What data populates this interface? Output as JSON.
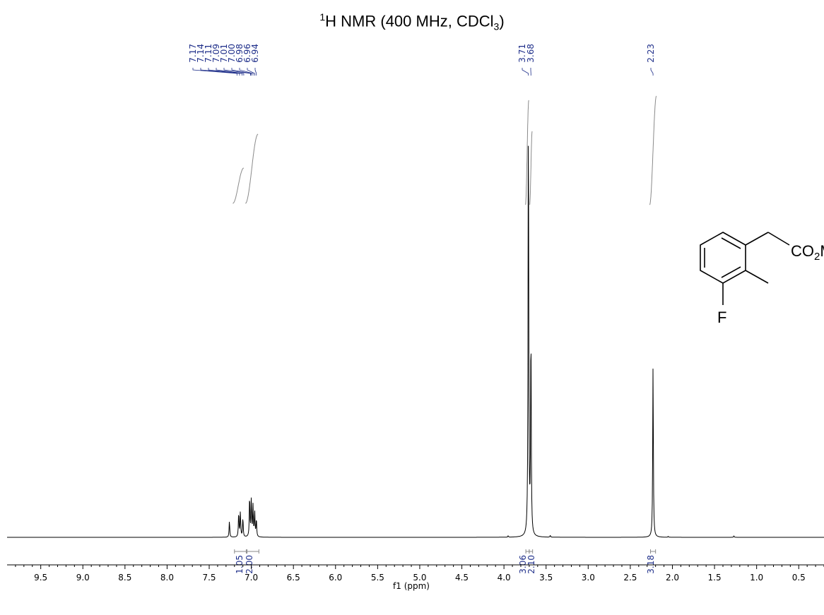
{
  "title": {
    "nucleus_mass": "1",
    "nucleus": "H NMR (400 MHz, CDCl",
    "solvent_sub": "3",
    "close": ")"
  },
  "chart_data": {
    "type": "line",
    "title": "1H NMR (400 MHz, CDCl3)",
    "xlabel": "f1 (ppm)",
    "ylabel": "",
    "xlim": [
      9.9,
      0.2
    ],
    "x_reversed": true,
    "x_ticks": [
      "9.5",
      "9.0",
      "8.5",
      "8.0",
      "7.5",
      "7.0",
      "6.5",
      "6.0",
      "5.5",
      "5.0",
      "4.5",
      "4.0",
      "3.5",
      "3.0",
      "2.5",
      "2.0",
      "1.5",
      "1.0",
      "0.5"
    ],
    "x_tick_values": [
      9.5,
      9.0,
      8.5,
      8.0,
      7.5,
      7.0,
      6.5,
      6.0,
      5.5,
      5.0,
      4.5,
      4.0,
      3.5,
      3.0,
      2.5,
      2.0,
      1.5,
      1.0,
      0.5
    ],
    "grid": false,
    "peak_labels": [
      "7.17",
      "7.14",
      "7.11",
      "7.09",
      "7.01",
      "7.00",
      "6.98",
      "6.96",
      "6.94",
      "3.71",
      "3.68",
      "2.23"
    ],
    "peak_values": [
      7.17,
      7.14,
      7.11,
      7.09,
      7.01,
      7.0,
      6.98,
      6.96,
      6.94,
      3.71,
      3.68,
      2.23
    ],
    "peaks": [
      {
        "ppm": 7.26,
        "intensity": 0.037
      },
      {
        "ppm": 7.15,
        "intensity": 0.055
      },
      {
        "ppm": 7.13,
        "intensity": 0.057
      },
      {
        "ppm": 7.1,
        "intensity": 0.043
      },
      {
        "ppm": 7.02,
        "intensity": 0.092
      },
      {
        "ppm": 7.0,
        "intensity": 0.085
      },
      {
        "ppm": 6.98,
        "intensity": 0.07
      },
      {
        "ppm": 6.96,
        "intensity": 0.057
      },
      {
        "ppm": 6.94,
        "intensity": 0.04
      },
      {
        "ppm": 3.71,
        "intensity": 1.0
      },
      {
        "ppm": 3.68,
        "intensity": 0.473
      },
      {
        "ppm": 3.45,
        "intensity": 0.004
      },
      {
        "ppm": 3.95,
        "intensity": 0.003
      },
      {
        "ppm": 2.23,
        "intensity": 0.392
      },
      {
        "ppm": 2.05,
        "intensity": 0.002
      },
      {
        "ppm": 1.27,
        "intensity": 0.003
      }
    ],
    "integrals": [
      {
        "label": "1.05",
        "from": 7.2,
        "to": 7.06,
        "value": 1.05
      },
      {
        "label": "2.00",
        "from": 7.05,
        "to": 6.91,
        "value": 2.0
      },
      {
        "label": "3.06",
        "from": 3.74,
        "to": 3.7,
        "value": 3.06
      },
      {
        "label": "2.10",
        "from": 3.7,
        "to": 3.66,
        "value": 2.1
      },
      {
        "label": "3.18",
        "from": 2.26,
        "to": 2.2,
        "value": 3.18
      }
    ]
  },
  "structure": {
    "substituent_right": "CO",
    "substituent_sub": "2",
    "substituent_end": "Me",
    "halogen": "F"
  }
}
